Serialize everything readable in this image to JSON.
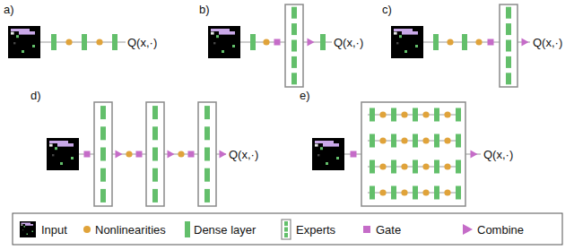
{
  "diagram": {
    "labels": [
      "a)",
      "b)",
      "c)",
      "d)",
      "e)",
      "Q(x,·)",
      "Q(x,·)",
      "Q(x,·)",
      "Q(x,·)",
      "Q(x,·)"
    ],
    "legend": [
      {
        "text": "Input"
      },
      {
        "text": "Nonlinearities",
        "color": "#e0a33a"
      },
      {
        "text": "Dense layer",
        "color": "#63bf6b"
      },
      {
        "text": "Experts"
      },
      {
        "text": "Gate",
        "color": "#c56cc8"
      },
      {
        "text": "Combine",
        "color": "#c56cc8"
      }
    ]
  }
}
